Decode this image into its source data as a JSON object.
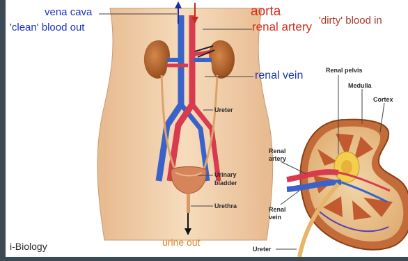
{
  "labels": {
    "vena_cava": "vena cava",
    "clean_blood_out": "'clean' blood out",
    "aorta": "aorta",
    "renal_artery_top": "renal artery",
    "dirty_blood_in": "'dirty' blood in",
    "renal_vein_top": "renal vein",
    "ureter_body": "Ureter",
    "urinary_bladder_line1": "Urinary",
    "urinary_bladder_line2": "bladder",
    "urethra": "Urethra",
    "urine_out": "urine out",
    "renal_pelvis": "Renal pelvis",
    "medulla": "Medulla",
    "cortex": "Cortex",
    "renal_artery_detail_line1": "Renal",
    "renal_artery_detail_line2": "artery",
    "renal_vein_detail_line1": "Renal",
    "renal_vein_detail_line2": "vein",
    "ureter_detail": "Ureter",
    "credit": "i-Biology"
  },
  "colors": {
    "blue_label": "#1a34b8",
    "red_label": "#d32f1e",
    "orange_label": "#e0821d",
    "skin": "#f0cfa8",
    "kidney": "#b8652e",
    "vein": "#3a62c8",
    "artery": "#d83a4e"
  }
}
